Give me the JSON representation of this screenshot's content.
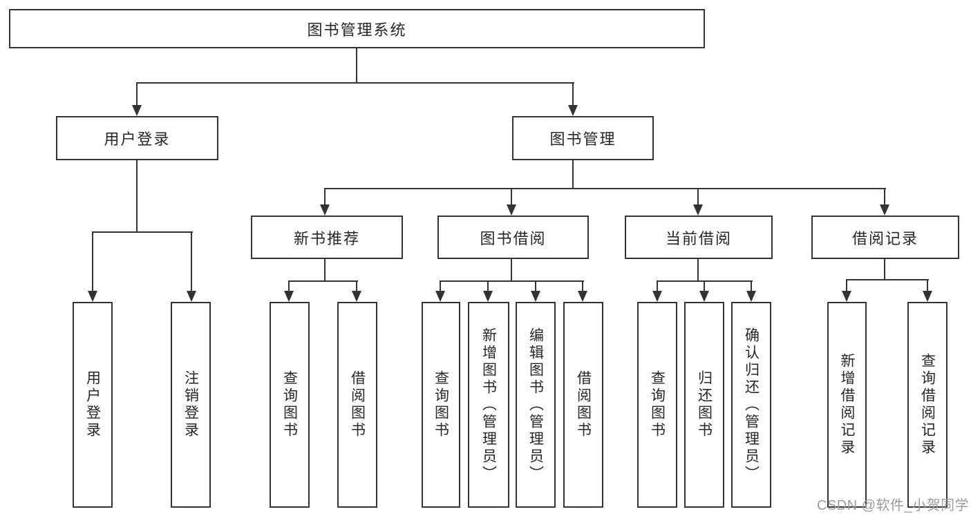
{
  "diagram": {
    "title": "图书管理系统",
    "nodes": {
      "system": "图书管理系统",
      "user_login": "用户登录",
      "book_mgmt": "图书管理",
      "new_book_rec": "新书推荐",
      "book_borrow": "图书借阅",
      "current_borrow": "当前借阅",
      "borrow_records": "借阅记录",
      "leaf_user_login": "用户登录",
      "leaf_logout": "注销登录",
      "leaf_query_book_1": "查询图书",
      "leaf_borrow_book_1": "借阅图书",
      "leaf_query_book_2": "查询图书",
      "leaf_add_book": "新增图书（管理员）",
      "leaf_edit_book": "编辑图书（管理员）",
      "leaf_borrow_book_2": "借阅图书",
      "leaf_query_book_3": "查询图书",
      "leaf_return_book": "归还图书",
      "leaf_confirm_return": "确认归还（管理员）",
      "leaf_add_record": "新增借阅记录",
      "leaf_query_record": "查询借阅记录"
    },
    "hierarchy": {
      "图书管理系统": {
        "用户登录": [
          "用户登录",
          "注销登录"
        ],
        "图书管理": {
          "新书推荐": [
            "查询图书",
            "借阅图书"
          ],
          "图书借阅": [
            "查询图书",
            "新增图书（管理员）",
            "编辑图书（管理员）",
            "借阅图书"
          ],
          "当前借阅": [
            "查询图书",
            "归还图书",
            "确认归还（管理员）"
          ],
          "借阅记录": [
            "新增借阅记录",
            "查询借阅记录"
          ]
        }
      }
    },
    "watermark": "CSDN @软件_小贺同学",
    "colors": {
      "line": "#333333",
      "text": "#262626",
      "watermark": "#9b9ba1",
      "background": "#ffffff"
    }
  }
}
